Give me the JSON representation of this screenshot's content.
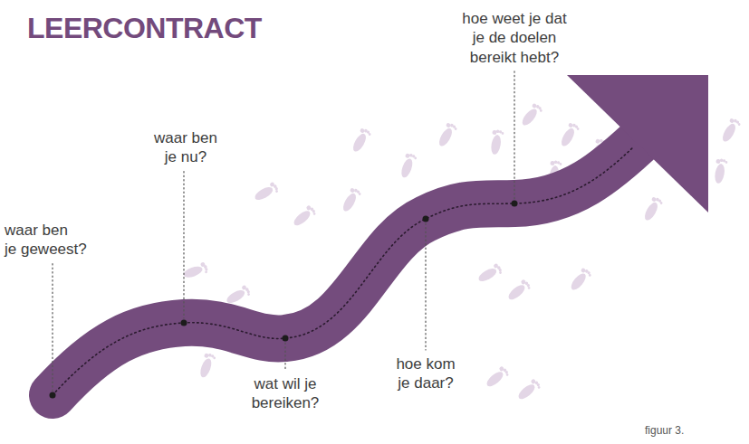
{
  "diagram": {
    "title": "LEERCONTRACT",
    "caption": "figuur 3.",
    "labels": [
      "waar ben je geweest?",
      "waar ben je nu?",
      "wat wil je bereiken?",
      "hoe kom je daar?",
      "hoe weet je dat je de doelen bereikt hebt?"
    ]
  }
}
